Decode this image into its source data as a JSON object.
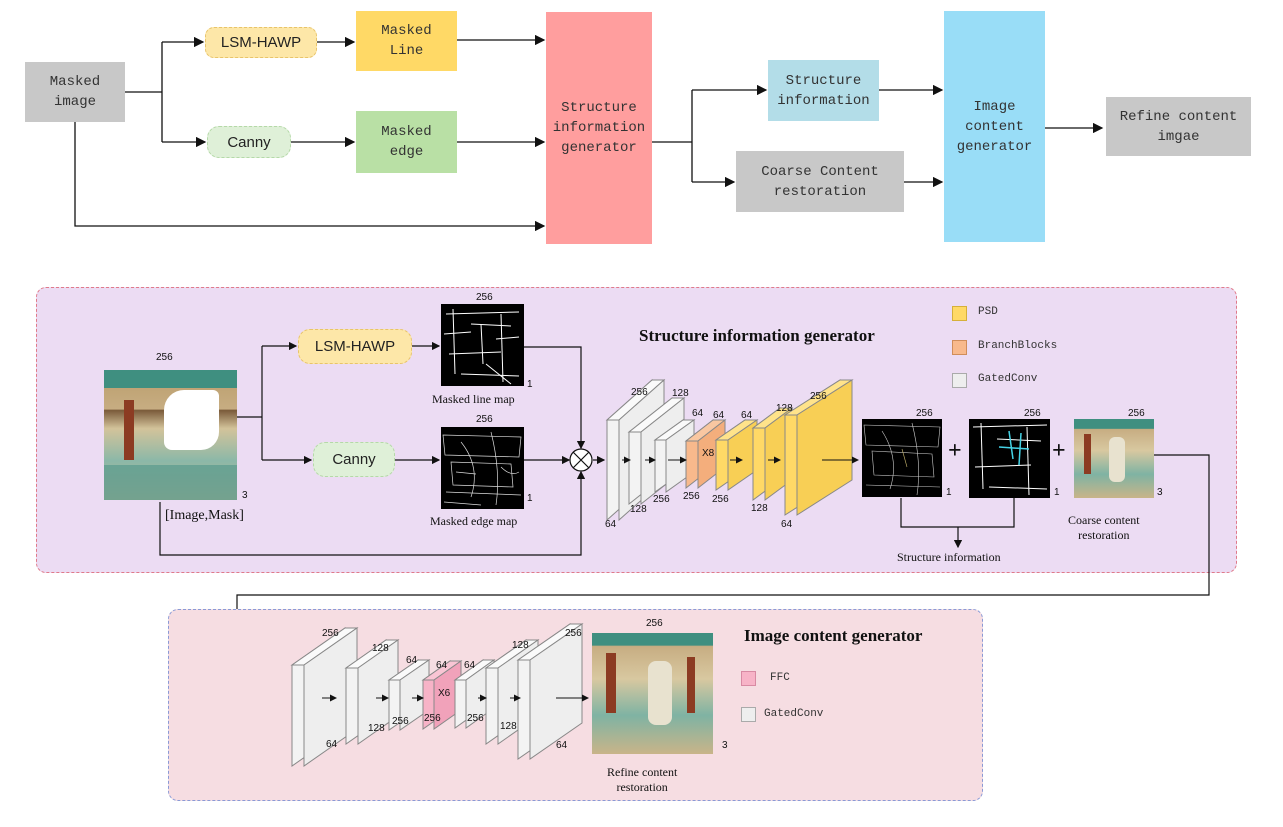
{
  "colors": {
    "lsm": "#fde7a8",
    "canny": "#dff0d8",
    "masked_line": "#ffd966",
    "masked_edge": "#b9e0a5",
    "sig": "#ff9e9e",
    "structure_info": "#b3dde8",
    "coarse": "#c8c8c8",
    "icg": "#99ddf7",
    "gray": "#c8c8c8",
    "panel1_bg": "#ecdcf3",
    "panel1_border": "#e07a8a",
    "panel2_bg": "#f6dde2",
    "panel2_border": "#8a9ad6",
    "psd": "#ffd966",
    "branch": "#f8b98c",
    "gated": "#eeeeee",
    "ffc": "#f7b3c7"
  },
  "top": {
    "masked_image": "Masked\nimage",
    "lsm_hawp": "LSM-HAWP",
    "canny": "Canny",
    "masked_line": "Masked\nLine",
    "masked_edge": "Masked\nedge",
    "structure_generator": "Structure\ninformation\ngenerator",
    "structure_information": "Structure\ninformation",
    "coarse_content": "Coarse Content\nrestoration",
    "image_content_generator": "Image\ncontent\ngenerator",
    "refine_content": "Refine content\nimgae"
  },
  "sig_panel": {
    "title": "Structure information generator",
    "legend": [
      {
        "label": "PSD",
        "icon": "psd-swatch"
      },
      {
        "label": "BranchBlocks",
        "icon": "branchblocks-swatch"
      },
      {
        "label": "GatedConv",
        "icon": "gatedconv-swatch"
      }
    ],
    "input_caption": "[Image,Mask]",
    "input_size": "256",
    "input_channels": "3",
    "lsm_hawp": "LSM-HAWP",
    "canny": "Canny",
    "line_map_caption": "Masked line map",
    "line_map_size": "256",
    "line_map_channels": "1",
    "edge_map_caption": "Masked edge map",
    "edge_map_size": "256",
    "edge_map_channels": "1",
    "x8": "X8",
    "dims": [
      "256",
      "128",
      "64",
      "64",
      "256",
      "128",
      "64",
      "256",
      "128",
      "256",
      "64",
      "128",
      "64"
    ],
    "out_size_a": "256",
    "out_channels_a": "1",
    "out_size_b": "256",
    "out_channels_b": "1",
    "coarse_size": "256",
    "coarse_channels": "3",
    "structure_info_caption": "Structure information",
    "coarse_caption": "Coarse content\nrestoration",
    "plus": "+"
  },
  "icg_panel": {
    "title": "Image content generator",
    "legend": [
      {
        "label": "FFC",
        "icon": "ffc-swatch"
      },
      {
        "label": "GatedConv",
        "icon": "gatedconv-swatch"
      }
    ],
    "x6": "X6",
    "dims": [
      "256",
      "64",
      "128",
      "128",
      "64",
      "256",
      "64",
      "256",
      "64",
      "256",
      "128",
      "256",
      "128",
      "64"
    ],
    "out_size": "256",
    "out_channels": "3",
    "caption": "Refine content\nrestoration"
  }
}
